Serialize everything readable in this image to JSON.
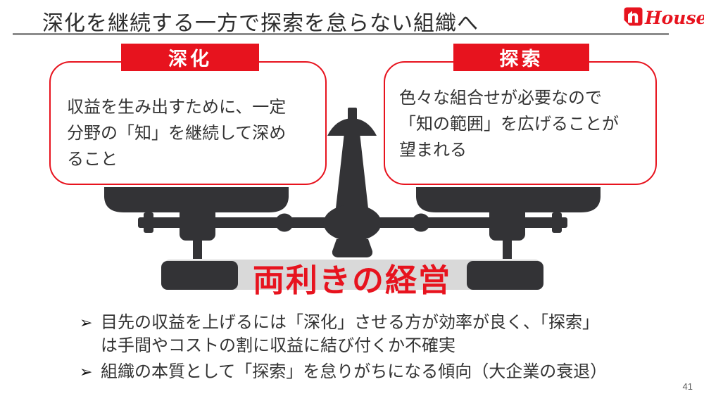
{
  "slide": {
    "title": "深化を継続する一方で探索を怠らない組織へ",
    "page_number": "41"
  },
  "logo": {
    "brand": "House"
  },
  "deepening_box": {
    "tab": "深化",
    "body_lines": [
      "収益を生み出すために、一定",
      "分野の「知」を継続して深め",
      "ること"
    ]
  },
  "exploration_box": {
    "tab": "探索",
    "body_lines": [
      "色々な組合せが必要なので",
      "「知の範囲」を広げることが",
      "望まれる"
    ]
  },
  "scale": {
    "label": "両利きの経営"
  },
  "bullets": {
    "marker": "➢",
    "items": [
      {
        "lines": [
          "目先の収益を上げるには「深化」させる方が効率が良く、「探索」",
          "は手間やコストの割に収益に結び付くか不確実"
        ]
      },
      {
        "lines": [
          "組織の本質として「探索」を怠りがちになる傾向（大企業の衰退）"
        ]
      }
    ]
  },
  "colors": {
    "accent_red": "#e7131e",
    "scale_dark": "#333336",
    "base_gray": "#d9d9d9",
    "underline_gray": "#8c8c8c"
  }
}
